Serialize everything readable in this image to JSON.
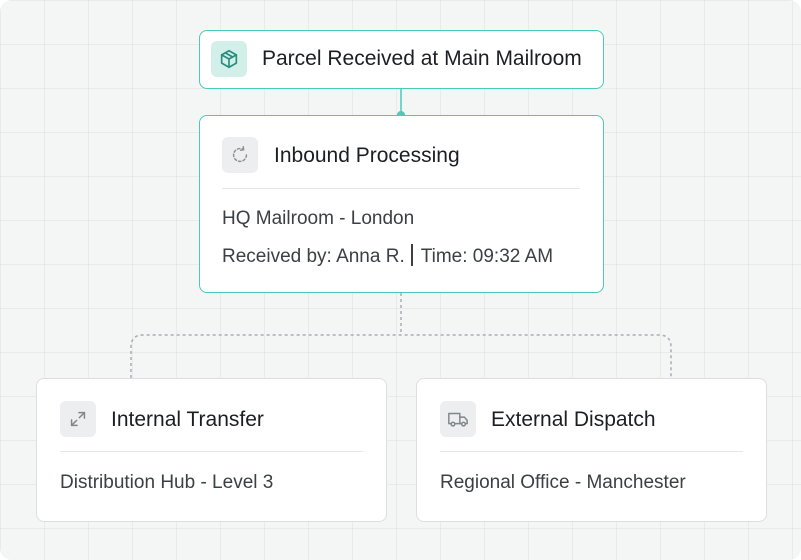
{
  "header_node": {
    "title": "Parcel Received at Main Mailroom",
    "icon": "package-icon"
  },
  "processing_node": {
    "title": "Inbound Processing",
    "icon": "refresh-icon",
    "location": "HQ Mailroom - London",
    "received_by": "Received by: Anna R.",
    "time": "Time: 09:32 AM"
  },
  "branches": [
    {
      "title": "Internal Transfer",
      "icon": "transfer-arrows-icon",
      "detail": "Distribution Hub - Level 3"
    },
    {
      "title": "External Dispatch",
      "icon": "truck-icon",
      "detail": "Regional Office - Manchester"
    }
  ],
  "colors": {
    "accent": "#4cc9b8",
    "accent_bg": "#d3efe9",
    "connector_dashed": "#a9aeb3"
  }
}
